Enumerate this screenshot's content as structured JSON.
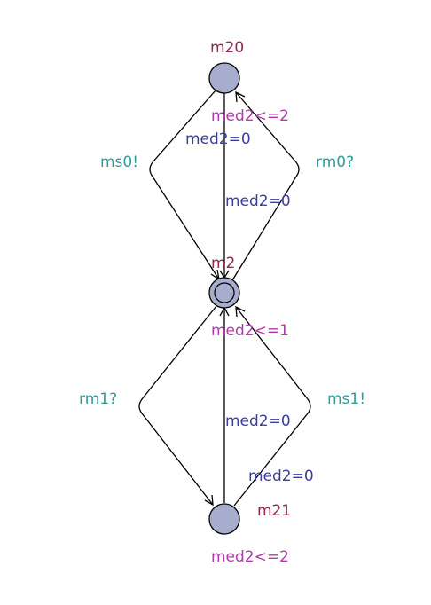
{
  "locations": {
    "m20": {
      "name": "m20",
      "invariant": "med2<=2",
      "fill": "#a7aecd"
    },
    "m2": {
      "name": "m2",
      "invariant": "med2<=1",
      "fill": "#a7aecd",
      "initial": true
    },
    "m21": {
      "name": "m21",
      "invariant": "med2<=2",
      "fill": "#a7aecd"
    }
  },
  "edges": {
    "ms0": {
      "sync": "ms0!",
      "update": "med2=0"
    },
    "m20_to_m2": {
      "update": "med2=0"
    },
    "rm0": {
      "sync": "rm0?"
    },
    "rm1": {
      "sync": "rm1?"
    },
    "m21_to_m2": {
      "update": "med2=0"
    },
    "ms1": {
      "sync": "ms1!",
      "update": "med2=0"
    }
  },
  "colors": {
    "location_name": "#8b2a52",
    "invariant": "#b03aa8",
    "update": "#3a3f9e",
    "sync": "#2e9c9c"
  }
}
